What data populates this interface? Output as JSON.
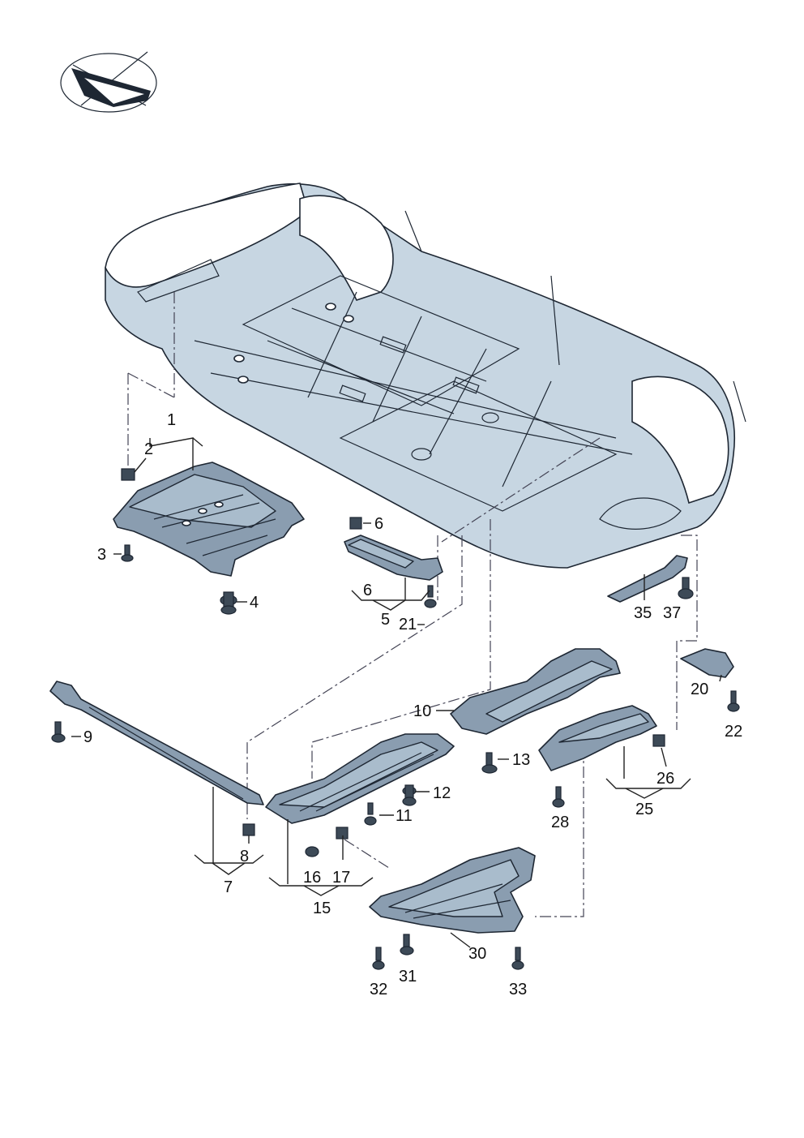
{
  "labels": {
    "l1": "1",
    "l2": "2",
    "l3": "3",
    "l4": "4",
    "l5": "5",
    "l6a": "6",
    "l6b": "6",
    "l7": "7",
    "l8": "8",
    "l9": "9",
    "l10": "10",
    "l11": "11",
    "l12": "12",
    "l13": "13",
    "l15": "15",
    "l16": "16",
    "l17": "17",
    "l20": "20",
    "l21": "21",
    "l22": "22",
    "l25": "25",
    "l26": "26",
    "l28": "28",
    "l30": "30",
    "l31": "31",
    "l32": "32",
    "l33": "33",
    "l35": "35",
    "l37": "37"
  },
  "icons": {
    "orientation": "view-direction-icon",
    "fastener": "bolt-icon"
  },
  "colors": {
    "part_fill": "#8a9db0",
    "body_fill": "#c7d6e2",
    "outline": "#1e2733"
  }
}
